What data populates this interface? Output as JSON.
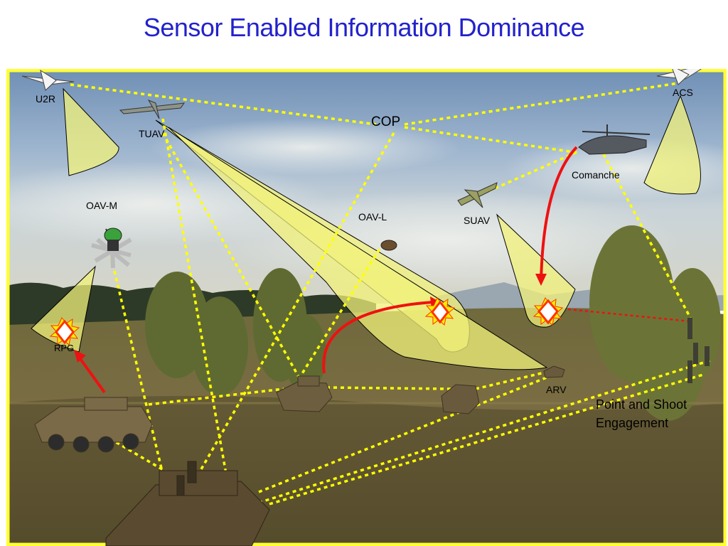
{
  "slide": {
    "title": "Sensor Enabled Information Dominance",
    "title_color": "#2222cc",
    "frame_color": "#ffff33"
  },
  "labels": {
    "u2r": "U2R",
    "tuav": "TUAV",
    "acs": "ACS",
    "cop": "COP",
    "comanche": "Comanche",
    "oav_m": "OAV-M",
    "oav_l": "OAV-L",
    "suav": "SUAV",
    "rpg": "RPG",
    "arv": "ARV",
    "engagement_line1": "Point and Shoot",
    "engagement_line2": "Engagement"
  },
  "colors": {
    "link": "#ffff00",
    "cone": "#f2f27a",
    "arrow": "#ee1111",
    "laser": "#ee1111",
    "target_fill": "#ffffff",
    "target_edge": "#ff3300",
    "burst": "#ffee00"
  }
}
